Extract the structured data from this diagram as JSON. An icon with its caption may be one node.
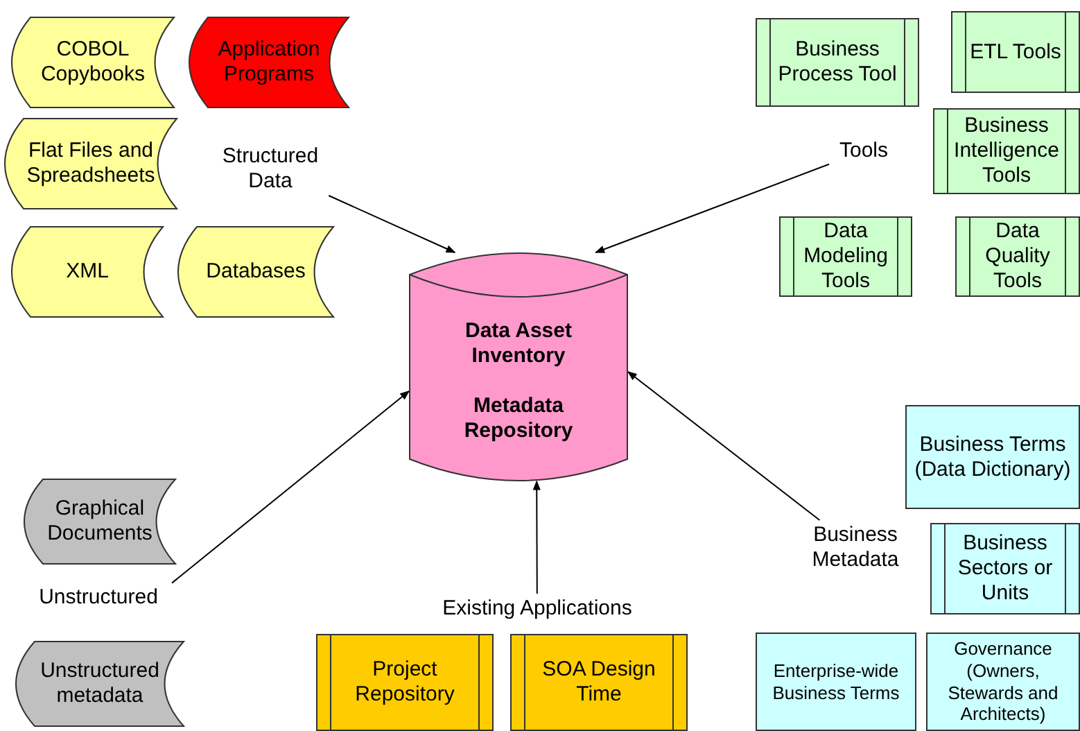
{
  "diagram": {
    "nodes": [
      {
        "text": [
          "COBOL Copybooks"
        ]
      },
      {
        "text": [
          "Application Programs"
        ]
      },
      {
        "text": [
          "Business Process Tool"
        ]
      },
      {
        "text": [
          "ETL Tools"
        ]
      },
      {
        "text": [
          "Flat Files and Spreadsheets"
        ]
      },
      {
        "text": [
          "Structured Data"
        ]
      },
      {
        "text": [
          "Tools"
        ]
      },
      {
        "text": [
          "Business Intelligence Tools"
        ]
      },
      {
        "text": [
          "XML"
        ]
      },
      {
        "text": [
          "Databases"
        ]
      },
      {
        "text": [
          "Data Modeling Tools"
        ]
      },
      {
        "text": [
          "Data Quality Tools"
        ]
      },
      {
        "text": [
          "Data Asset Inventory",
          "Metadata Repository"
        ]
      },
      {
        "text": [
          "Business Terms (Data Dictionary)"
        ]
      },
      {
        "text": [
          "Graphical Documents"
        ]
      },
      {
        "text": [
          "Business Metadata"
        ]
      },
      {
        "text": [
          "Business Sectors or Units"
        ]
      },
      {
        "text": [
          "Unstructured"
        ]
      },
      {
        "text": [
          "Existing Applications"
        ]
      },
      {
        "text": [
          "Unstructured metadata"
        ]
      },
      {
        "text": [
          "Project Repository"
        ]
      },
      {
        "text": [
          "SOA Design Time"
        ]
      },
      {
        "text": [
          "Enterprise-wide Business Terms"
        ]
      },
      {
        "text": [
          "Governance (Owners, Stewards and Architects)"
        ]
      }
    ],
    "edges": [
      {
        "from": 5,
        "to": 12,
        "arrow": "to"
      },
      {
        "from": 6,
        "to": 12,
        "arrow": "to"
      },
      {
        "from": 17,
        "to": 12,
        "arrow": "to"
      },
      {
        "from": 18,
        "to": 12,
        "arrow": "to"
      },
      {
        "from": 15,
        "to": 12,
        "arrow": "to"
      }
    ]
  }
}
